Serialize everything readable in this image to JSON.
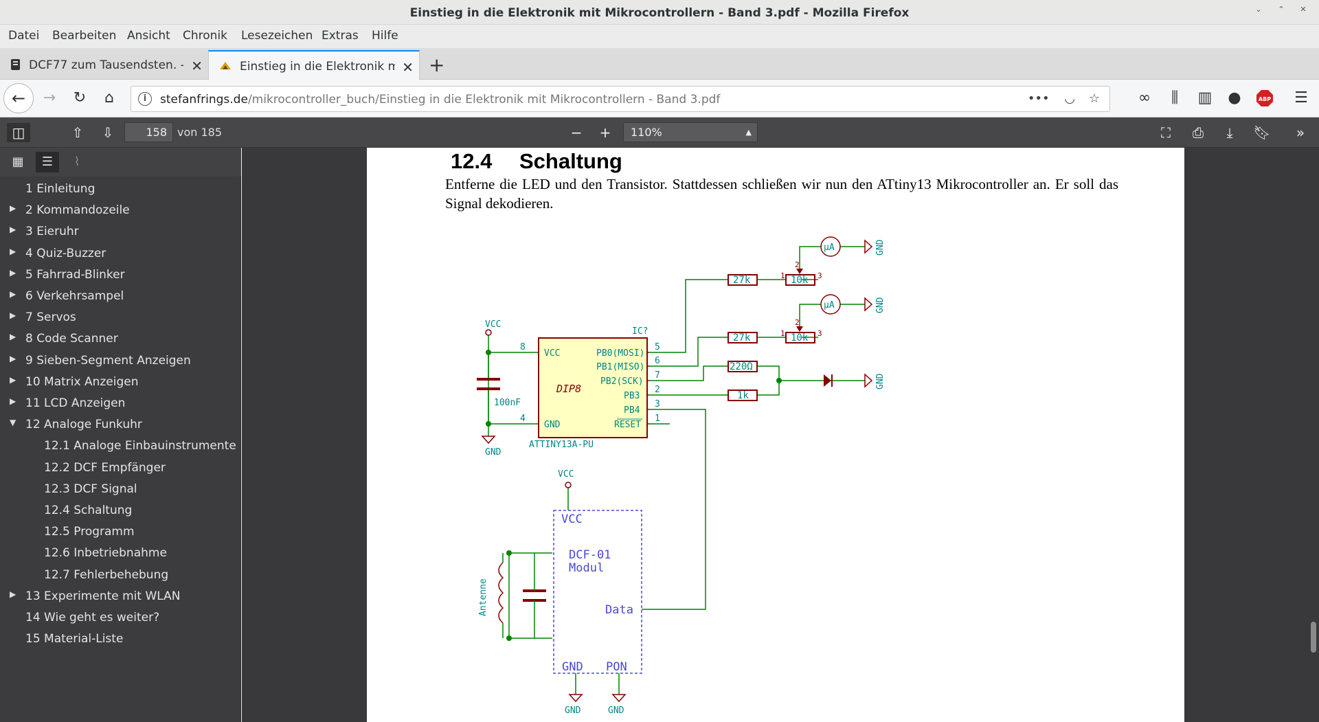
{
  "window": {
    "title": "Einstieg in die Elektronik mit Mikrocontrollern - Band 3.pdf - Mozilla Firefox"
  },
  "menu": [
    "Datei",
    "Bearbeiten",
    "Ansicht",
    "Chronik",
    "Lesezeichen",
    "Extras",
    "Hilfe"
  ],
  "tabs": [
    {
      "label": "DCF77 zum Tausendsten. - M"
    },
    {
      "label": "Einstieg in die Elektronik mit"
    }
  ],
  "url": {
    "domain": "stefanfrings.de",
    "path": "/mikrocontroller_buch/Einstieg in die Elektronik mit Mikrocontrollern - Band 3.pdf"
  },
  "pdf": {
    "page": "158",
    "page_count": "von 185",
    "zoom": "110%"
  },
  "outline": [
    {
      "label": "1 Einleitung",
      "level": 0,
      "toggle": ""
    },
    {
      "label": "2 Kommandozeile",
      "level": 0,
      "toggle": "▶"
    },
    {
      "label": "3 Eieruhr",
      "level": 0,
      "toggle": "▶"
    },
    {
      "label": "4 Quiz-Buzzer",
      "level": 0,
      "toggle": "▶"
    },
    {
      "label": "5 Fahrrad-Blinker",
      "level": 0,
      "toggle": "▶"
    },
    {
      "label": "6 Verkehrsampel",
      "level": 0,
      "toggle": "▶"
    },
    {
      "label": "7 Servos",
      "level": 0,
      "toggle": "▶"
    },
    {
      "label": "8 Code Scanner",
      "level": 0,
      "toggle": "▶"
    },
    {
      "label": "9 Sieben-Segment Anzeigen",
      "level": 0,
      "toggle": "▶"
    },
    {
      "label": "10 Matrix Anzeigen",
      "level": 0,
      "toggle": "▶"
    },
    {
      "label": "11 LCD Anzeigen",
      "level": 0,
      "toggle": "▶"
    },
    {
      "label": "12 Analoge Funkuhr",
      "level": 0,
      "toggle": "▼"
    },
    {
      "label": "12.1 Analoge Einbauinstrumente",
      "level": 1,
      "toggle": ""
    },
    {
      "label": "12.2 DCF Empfänger",
      "level": 1,
      "toggle": ""
    },
    {
      "label": "12.3 DCF Signal",
      "level": 1,
      "toggle": ""
    },
    {
      "label": "12.4 Schaltung",
      "level": 1,
      "toggle": ""
    },
    {
      "label": "12.5 Programm",
      "level": 1,
      "toggle": ""
    },
    {
      "label": "12.6 Inbetriebnahme",
      "level": 1,
      "toggle": ""
    },
    {
      "label": "12.7 Fehlerbehebung",
      "level": 1,
      "toggle": ""
    },
    {
      "label": "13 Experimente mit WLAN",
      "level": 0,
      "toggle": "▶"
    },
    {
      "label": "14 Wie geht es weiter?",
      "level": 0,
      "toggle": ""
    },
    {
      "label": "15 Material-Liste",
      "level": 0,
      "toggle": ""
    }
  ],
  "doc": {
    "section_number": "12.4",
    "section_title": "Schaltung",
    "paragraph": "Entferne die LED und den Transistor. Stattdessen schließen wir nun den ATtiny13 Mikrocontroller an. Er soll das Signal dekodieren."
  },
  "schematic": {
    "vcc": "VCC",
    "gnd": "GND",
    "ic_ref": "IC?",
    "ic_package": "DIP8",
    "ic_part": "ATTINY13A-PU",
    "ic_pins_left": [
      {
        "num": "8",
        "name": "VCC"
      },
      {
        "num": "4",
        "name": "GND"
      }
    ],
    "ic_pins_right": [
      {
        "num": "5",
        "name": "PB0(MOSI)"
      },
      {
        "num": "6",
        "name": "PB1(MISO)"
      },
      {
        "num": "7",
        "name": "PB2(SCK)"
      },
      {
        "num": "2",
        "name": "PB3"
      },
      {
        "num": "3",
        "name": "PB4"
      },
      {
        "num": "1",
        "name": "RESET"
      }
    ],
    "cap": "100nF",
    "r1": "27k",
    "r2": "27k",
    "r3": "220Ω",
    "r4": "1k",
    "pot1": "10k",
    "pot2": "10k",
    "meter": "µA",
    "pot_pin_1": "1",
    "pot_pin_2": "2",
    "pot_pin_3": "3",
    "module_name": "DCF-01",
    "module_sub": "Modul",
    "module_data": "Data",
    "module_pon": "PON",
    "antenna": "Antenne"
  }
}
